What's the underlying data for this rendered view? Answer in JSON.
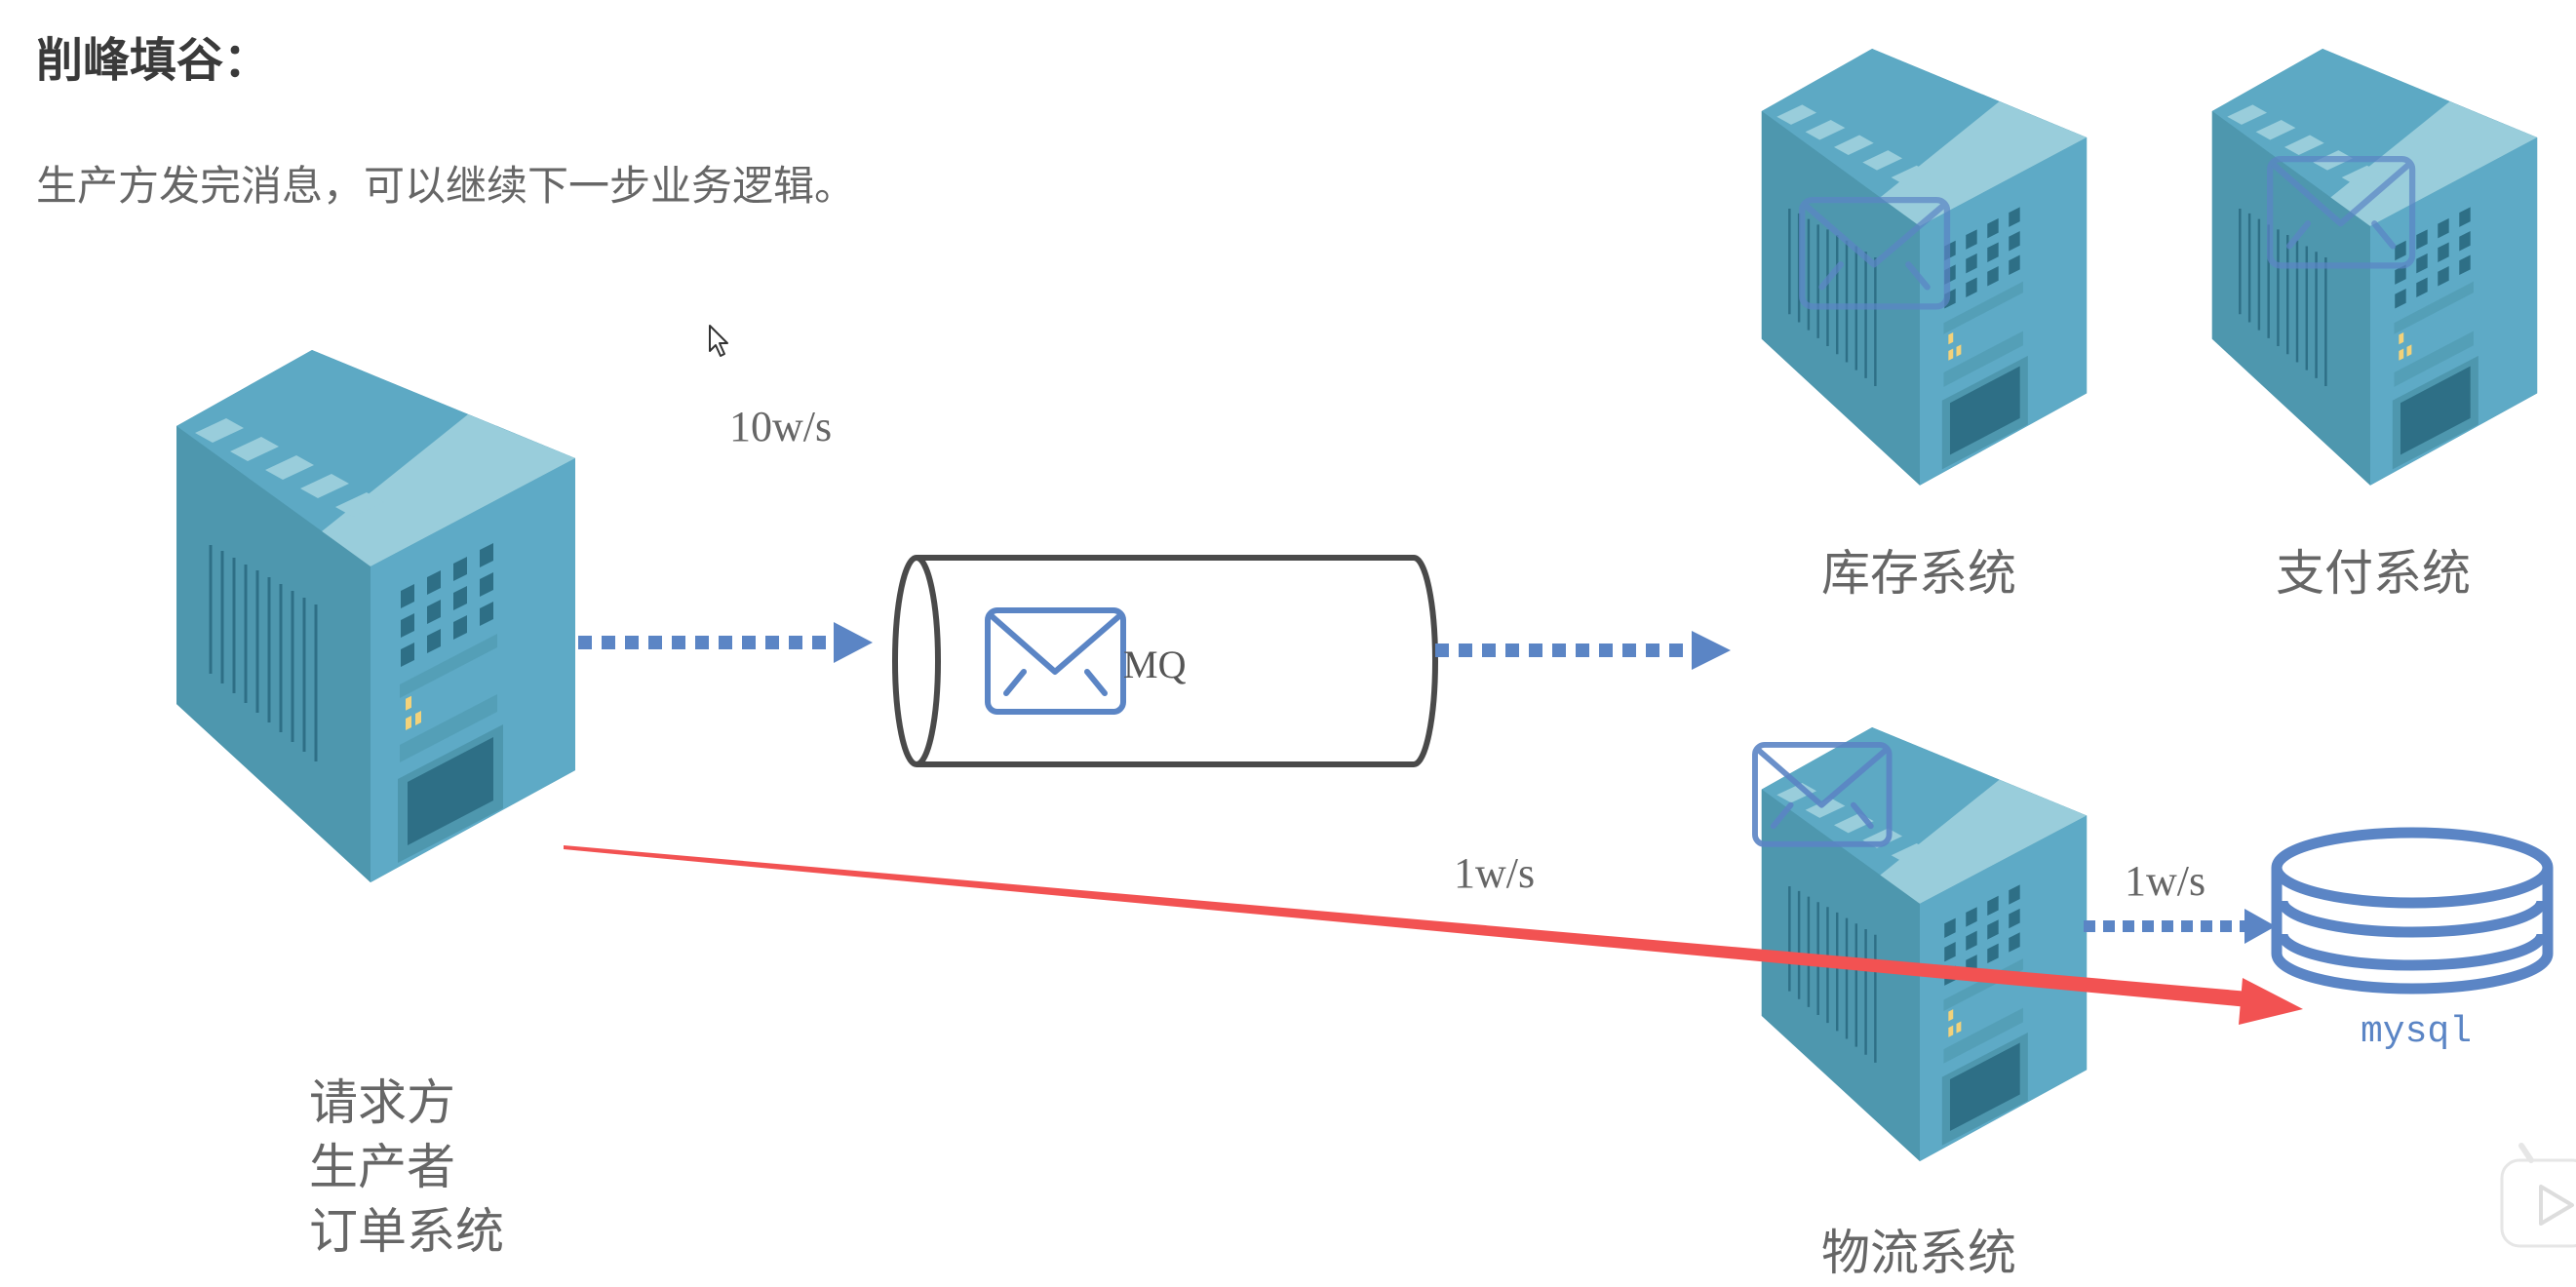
{
  "heading": {
    "title": "削峰填谷：",
    "subtitle": "生产方发完消息，可以继续下一步业务逻辑。"
  },
  "producer": {
    "labels": [
      "请求方",
      "生产者",
      "订单系统"
    ]
  },
  "queue": {
    "label": "MQ"
  },
  "rates": {
    "producer_to_mq": "10w/s",
    "mq_to_consumer": "1w/s",
    "consumer_to_db": "1w/s"
  },
  "consumers": [
    {
      "label": "库存系统"
    },
    {
      "label": "支付系统"
    },
    {
      "label": "物流系统"
    }
  ],
  "database": {
    "label": "mysql"
  },
  "colors": {
    "server_top": "#5DA9C4",
    "server_left": "#4E97AE",
    "server_right": "#5EAAC6",
    "server_band": "#99CDDB",
    "server_dark": "#2E6F86",
    "flow_blue": "#5B85C5",
    "red_arrow": "#F25252",
    "cylinder_stroke": "#4a4a4a"
  },
  "overlay": {
    "play_icon": "video-player-icon"
  }
}
